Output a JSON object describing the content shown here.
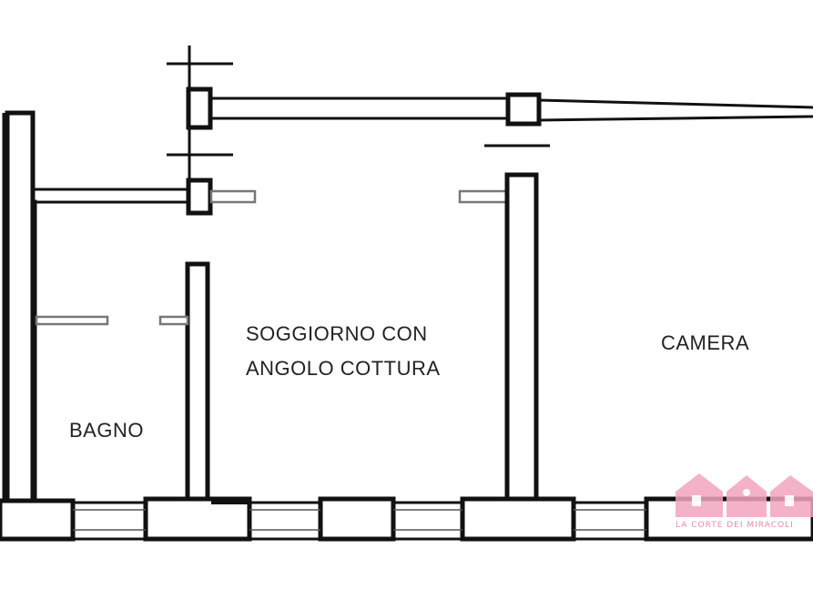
{
  "rooms": {
    "living": {
      "line1": "SOGGIORNO CON",
      "line2": "ANGOLO COTTURA"
    },
    "bedroom": {
      "label": "CAMERA"
    },
    "bathroom": {
      "label": "BAGNO"
    }
  },
  "watermark": {
    "text": "LA CORTE DEI MIRACOLI",
    "color": "#f2a4bf"
  }
}
